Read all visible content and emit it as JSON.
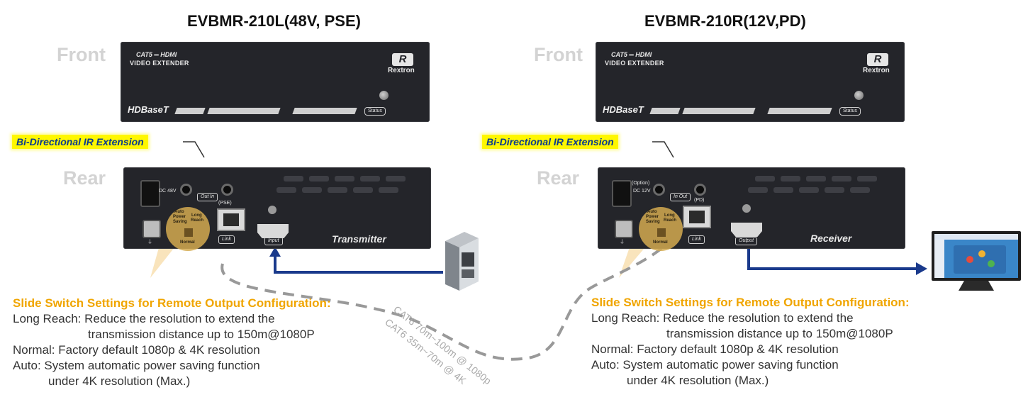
{
  "left": {
    "title": "EVBMR-210L(48V, PSE)",
    "front_label": "Front",
    "rear_label": "Rear",
    "front": {
      "cat_text": "CAT5 ═ HDMI",
      "ve_text": "VIDEO EXTENDER",
      "brand_mark": "R",
      "brand_name": "Rextron",
      "hdbt_text": "HDBaseT",
      "status_label": "Status"
    },
    "ir_banner": "Bi-Directional IR Extension",
    "rear": {
      "dc_label": "DC 48V",
      "ir_label": "Out In",
      "pse_label": "(PSE)",
      "switch_top": "Auto",
      "switch_mid1": "Power",
      "switch_mid2": "Saving",
      "switch_right1": "Long",
      "switch_right2": "Reach",
      "switch_bottom": "Normal",
      "link_label": "Link",
      "port_label": "Input",
      "unit_label": "Transmitter"
    }
  },
  "right": {
    "title": "EVBMR-210R(12V,PD)",
    "front_label": "Front",
    "rear_label": "Rear",
    "front": {
      "cat_text": "CAT5 ═ HDMI",
      "ve_text": "VIDEO EXTENDER",
      "brand_mark": "R",
      "brand_name": "Rextron",
      "hdbt_text": "HDBaseT",
      "status_label": "Status"
    },
    "ir_banner": "Bi-Directional IR Extension",
    "rear": {
      "option_label": "(Option)",
      "dc_label": "DC 12V",
      "ir_label": "In Out",
      "pd_label": "(PD)",
      "switch_top": "Auto",
      "switch_mid1": "Power",
      "switch_mid2": "Saving",
      "switch_right1": "Long",
      "switch_right2": "Reach",
      "switch_bottom": "Normal",
      "link_label": "Link",
      "port_label": "Output",
      "unit_label": "Receiver"
    }
  },
  "cable_labels": {
    "line1": "CAT6 70m~100m @ 1080p",
    "line2": "CAT6 35m~70m @ 4K"
  },
  "settings": {
    "heading": "Slide Switch Settings for Remote Output Configuration:",
    "long_reach_1": "Long Reach: Reduce the resolution to extend the",
    "long_reach_2": "transmission distance up to 150m@1080P",
    "normal": "Normal: Factory default 1080p & 4K resolution",
    "auto_1": "Auto: System automatic power saving function",
    "auto_2": "under 4K resolution (Max.)"
  },
  "colors": {
    "title": "#111111",
    "side_label": "#d3d3d3",
    "device_body": "#24252a",
    "banner_bg": "#fff700",
    "banner_text": "#0b3b8c",
    "settings_heading": "#f0a500",
    "arrow": "#1a3a8c",
    "cable": "#999999"
  },
  "icons": {
    "source": "pc-tower-icon",
    "display": "tv-monitor-icon",
    "ir_emitter": "ir-emitter-icon",
    "ground": "ground-icon"
  }
}
